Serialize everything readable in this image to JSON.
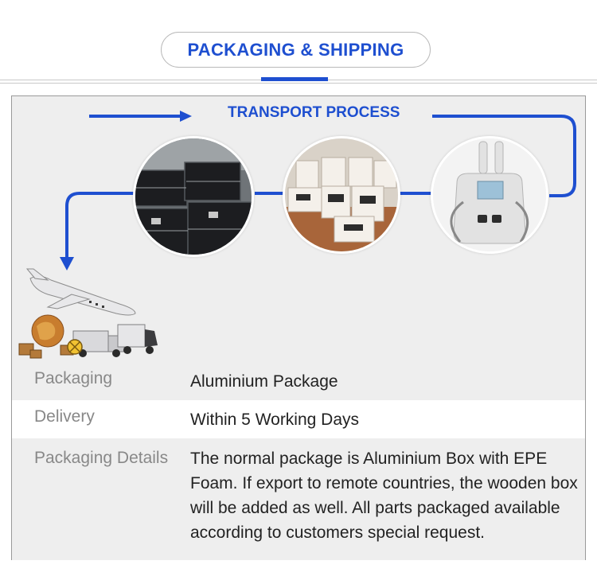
{
  "header": {
    "title": "PACKAGING & SHIPPING"
  },
  "transport": {
    "title": "TRANSPORT PROCESS"
  },
  "icons": {
    "arrow": "right-arrow-icon",
    "photo1": "aluminium-cases-photo",
    "photo2": "open-boxes-photo",
    "photo3": "beauty-machine-photo",
    "shipping": "airplane-trucks-globe-icon"
  },
  "colors": {
    "accent": "#1e4fd0",
    "panel": "#eeeeee",
    "label": "#888888",
    "value": "#222222"
  },
  "details": {
    "rows": [
      {
        "label": "Packaging",
        "value": "Aluminium Package"
      },
      {
        "label": "Delivery",
        "value": "Within 5 Working Days"
      },
      {
        "label": "Packaging Details",
        "value": "The normal package is Aluminium Box with EPE Foam. If export to remote countries, the wooden box will be added as well. All parts packaged available according to customers special request."
      }
    ]
  }
}
